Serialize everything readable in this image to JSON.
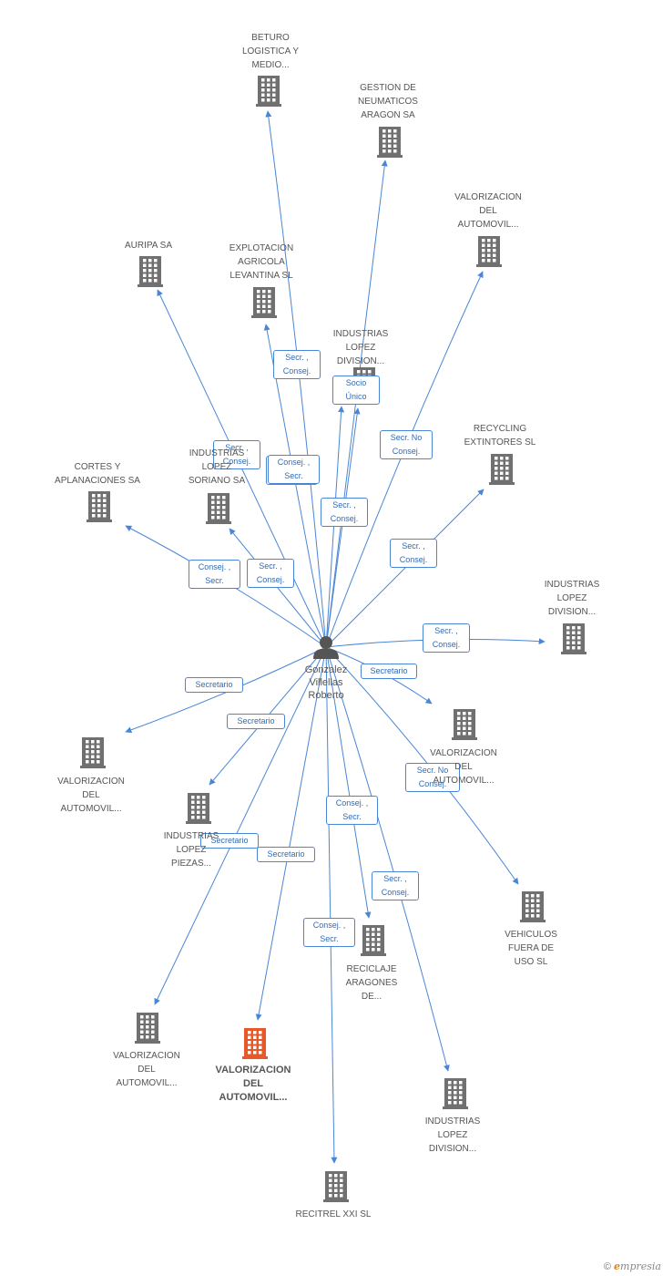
{
  "colors": {
    "edge": "#4a86d6",
    "building": "#707070",
    "building_highlight": "#e8592a",
    "person": "#555555"
  },
  "person": {
    "name": "Gonzalez\nVillellas\nRoberto",
    "icon": "person-icon"
  },
  "companies": [
    {
      "id": "beturo",
      "label": "BETURO\nLOGISTICA Y\nMEDIO...",
      "icon": "building-icon"
    },
    {
      "id": "gestion",
      "label": "GESTION DE\nNEUMATICOS\nARAGON SA",
      "icon": "building-icon"
    },
    {
      "id": "valor_top",
      "label": "VALORIZACION\nDEL\nAUTOMOVIL...",
      "icon": "building-icon"
    },
    {
      "id": "auripa",
      "label": "AURIPA SA",
      "icon": "building-icon"
    },
    {
      "id": "explotacion",
      "label": "EXPLOTACION\nAGRICOLA\nLEVANTINA SL",
      "icon": "building-icon"
    },
    {
      "id": "ind_lopez_div_top",
      "label": "INDUSTRIAS\nLOPEZ\nDIVISION...",
      "icon": "building-icon"
    },
    {
      "id": "recycling",
      "label": "RECYCLING\nEXTINTORES SL",
      "icon": "building-icon"
    },
    {
      "id": "cortes",
      "label": "CORTES Y\nAPLANACIONES SA",
      "icon": "building-icon"
    },
    {
      "id": "ind_soriano",
      "label": "INDUSTRIAS\nLOPEZ\nSORIANO SA",
      "icon": "building-icon"
    },
    {
      "id": "ind_lopez_div_right",
      "label": "INDUSTRIAS\nLOPEZ\nDIVISION...",
      "icon": "building-icon"
    },
    {
      "id": "valor_mid_right",
      "label": "VALORIZACION\nDEL\nAUTOMOVIL...",
      "icon": "building-icon"
    },
    {
      "id": "valor_left",
      "label": "VALORIZACION\nDEL\nAUTOMOVIL...",
      "icon": "building-icon"
    },
    {
      "id": "ind_lopez_piezas",
      "label": "INDUSTRIAS\nLOPEZ\nPIEZAS...",
      "icon": "building-icon"
    },
    {
      "id": "vehiculos",
      "label": "VEHICULOS\nFUERA DE\nUSO SL",
      "icon": "building-icon"
    },
    {
      "id": "reciclaje",
      "label": "RECICLAJE\nARAGONES\nDE...",
      "icon": "building-icon"
    },
    {
      "id": "valor_bottom_left",
      "label": "VALORIZACION\nDEL\nAUTOMOVIL...",
      "icon": "building-icon"
    },
    {
      "id": "valor_highlight",
      "label": "VALORIZACION\nDEL\nAUTOMOVIL...",
      "icon": "building-icon",
      "highlight": true
    },
    {
      "id": "ind_lopez_div_bottom",
      "label": "INDUSTRIAS\nLOPEZ\nDIVISION...",
      "icon": "building-icon"
    },
    {
      "id": "recitrel",
      "label": "RECITREL XXI SL",
      "icon": "building-icon"
    }
  ],
  "relations": [
    {
      "to": "beturo",
      "label": "Secr. ,\nConsej."
    },
    {
      "to": "gestion",
      "label": "Secr. ,\nConsej."
    },
    {
      "to": "valor_top",
      "label": "Secr.  No\nConsej."
    },
    {
      "to": "auripa",
      "label": "Secr. ,\nConsej."
    },
    {
      "to": "explotacion",
      "label": "Consej. ,\nSecr."
    },
    {
      "to": "ind_lopez_div_top",
      "label": "Secr. ,\nConsej."
    },
    {
      "to": "ind_lopez_div_top_b",
      "label": "Socio\nÚnico"
    },
    {
      "to": "recycling",
      "label": "Secr. ,\nConsej."
    },
    {
      "to": "cortes",
      "label": "Consej. ,\nSecr."
    },
    {
      "to": "ind_soriano",
      "label": "Secr. ,\nConsej."
    },
    {
      "to": "ind_lopez_div_right",
      "label": "Secr. ,\nConsej."
    },
    {
      "to": "valor_mid_right",
      "label": "Secretario"
    },
    {
      "to": "valor_left",
      "label": "Secretario"
    },
    {
      "to": "ind_lopez_piezas",
      "label": "Secretario"
    },
    {
      "to": "vehiculos",
      "label": "Secr.  No\nConsej."
    },
    {
      "to": "reciclaje",
      "label": "Consej. ,\nSecr."
    },
    {
      "to": "valor_bottom_left",
      "label": "Secretario"
    },
    {
      "to": "valor_highlight",
      "label": "Secretario"
    },
    {
      "to": "ind_lopez_div_bottom",
      "label": "Secr. ,\nConsej."
    },
    {
      "to": "recitrel",
      "label": "Consej. ,\nSecr."
    }
  ],
  "footer": {
    "copyright": "©",
    "brand_e": "e",
    "brand_rest": "mpresia"
  }
}
